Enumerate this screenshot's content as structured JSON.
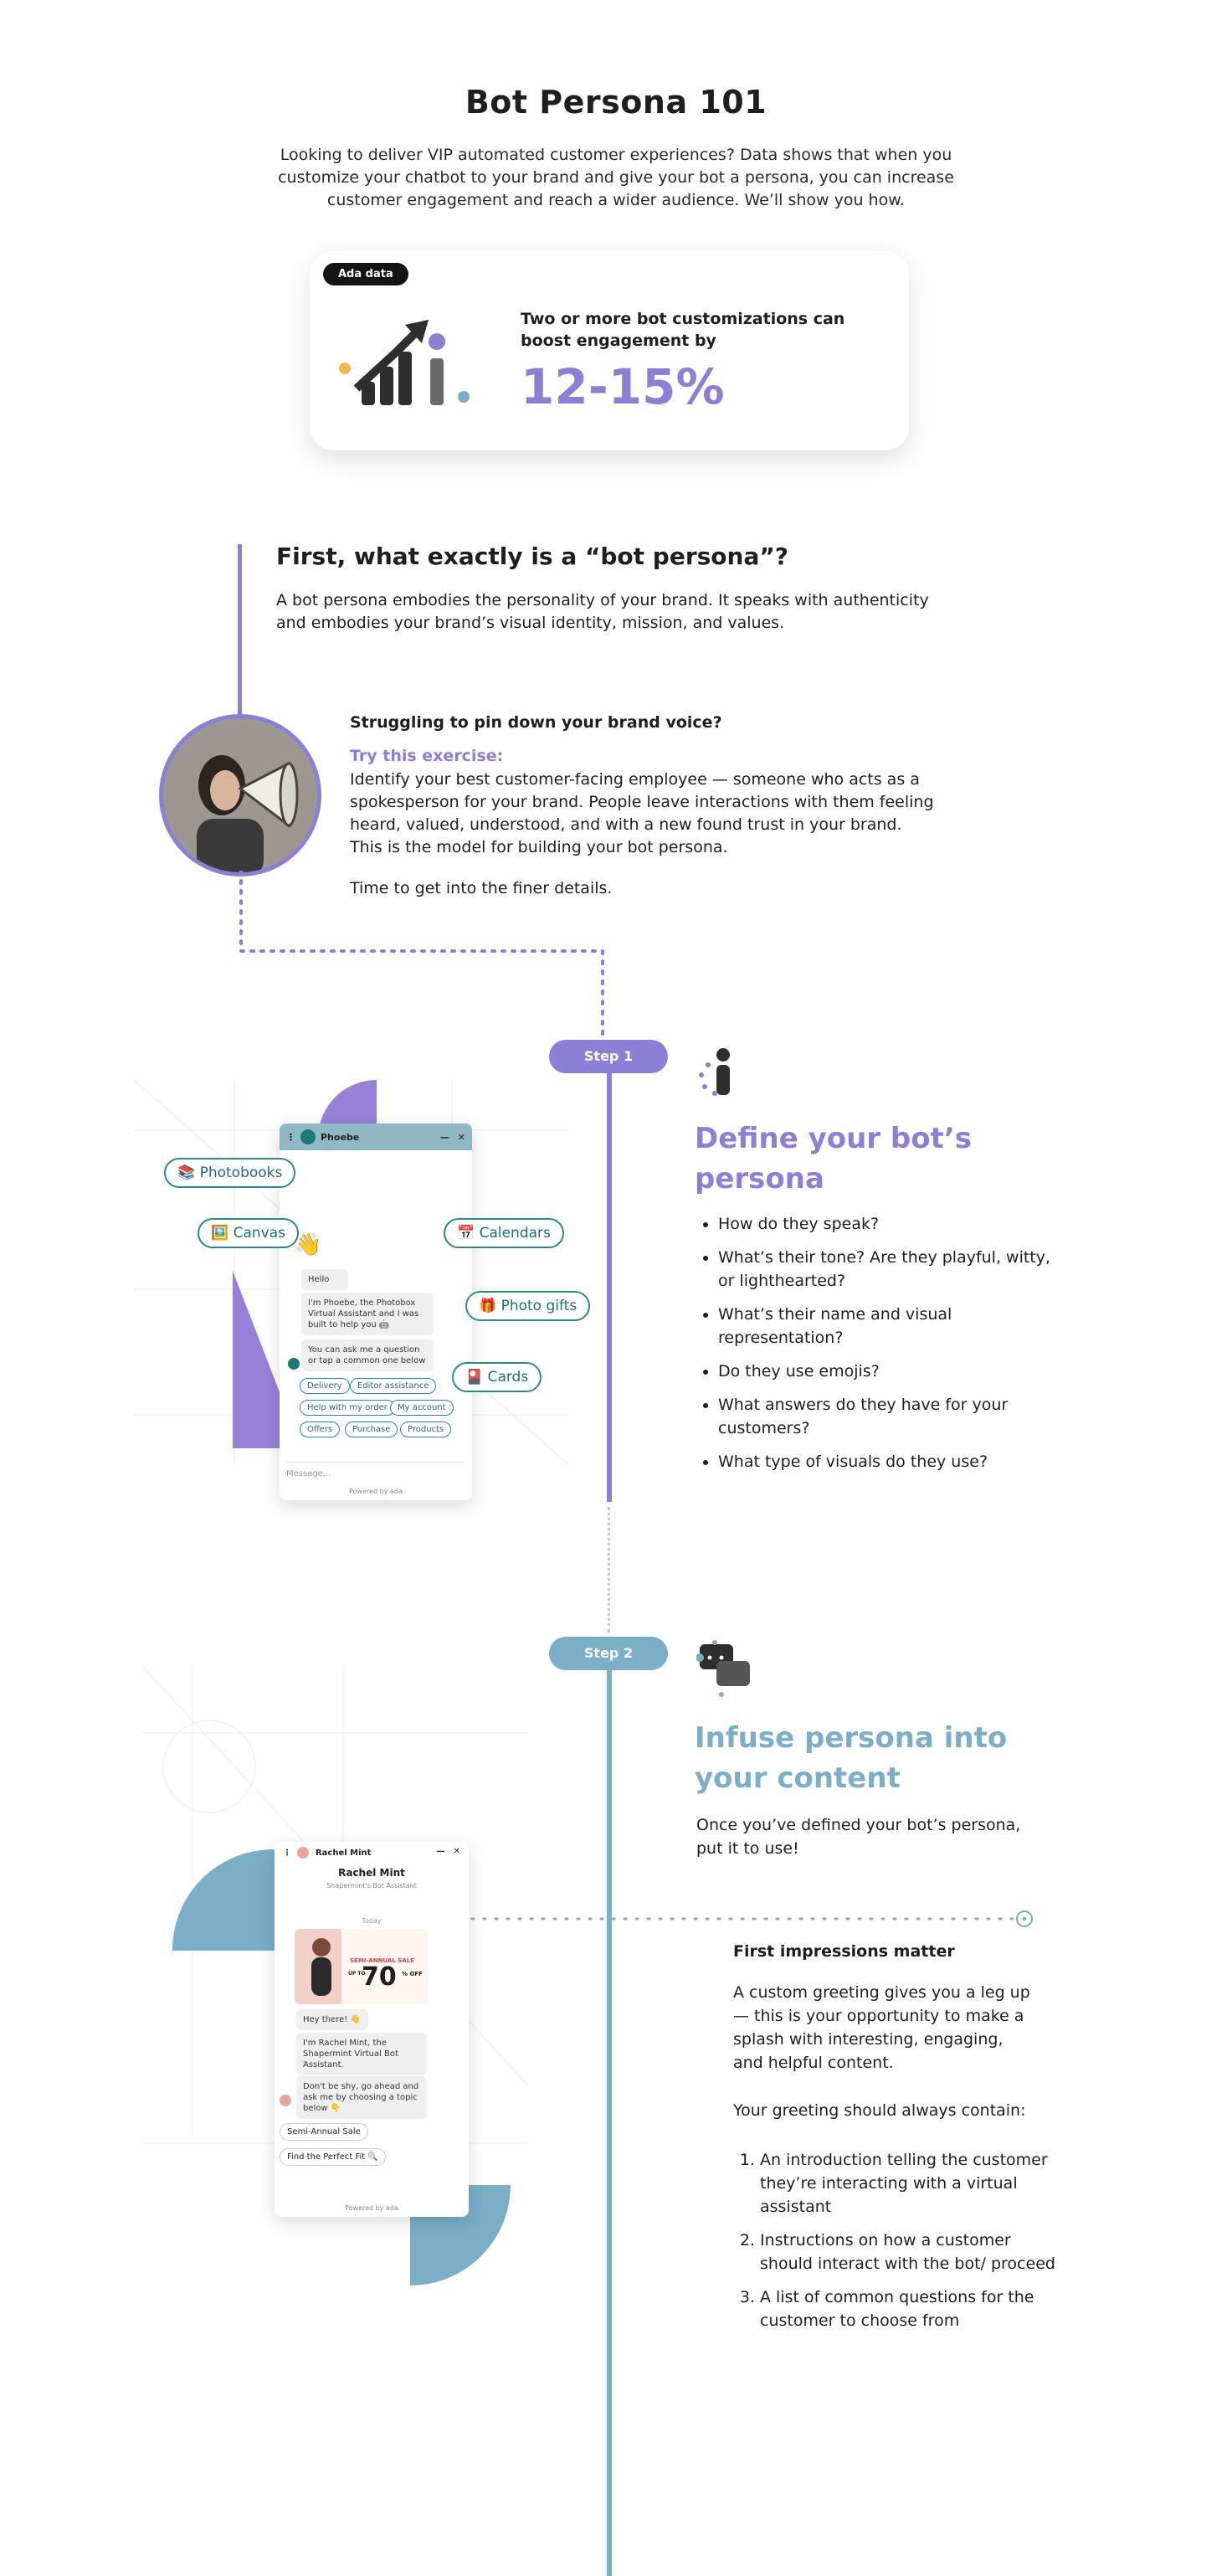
{
  "header": {
    "title": "Bot Persona 101",
    "intro": "Looking to deliver VIP automated customer experiences? Data shows that when you customize your chatbot to your brand and give your bot a persona, you can increase customer engagement and reach a wider audience. We’ll show you how."
  },
  "stat_card": {
    "badge": "Ada data",
    "text": "Two or more bot customizations can boost engagement by",
    "stat": "12-15%",
    "icon": "growth-chart-icon"
  },
  "section1": {
    "title": "First, what exactly is a “bot persona”?",
    "text": "A bot persona embodies the personality of your brand. It speaks with authenticity and embodies your brand’s visual identity, mission, and values.",
    "struggle": "Struggling to pin down your brand voice?",
    "try_label": "Try this exercise:",
    "exercise": "Identify your best customer-facing employee — someone who acts as a spokesperson for your brand. People leave interactions with them feeling heard, valued, understood, and with a new found trust in your brand. This is the model for building your bot persona.",
    "time": "Time to get into the finer details."
  },
  "step1": {
    "pill": "Step 1",
    "title": "Define your bot’s persona",
    "icon": "persona-icon",
    "bullets": [
      "How do they speak?",
      "What’s their tone? Are they playful, witty, or lighthearted?",
      "What’s their name and visual representation?",
      "Do they use emojis?",
      "What answers do they have for your customers?",
      "What type of visuals do they use?"
    ],
    "chat": {
      "name": "Phoebe",
      "wave": "👋",
      "hello": "Hello",
      "intro": "I'm Phoebe, the Photobox Virtual Assistant and I was built to help you 🤖",
      "ask": "You can ask me a question or tap a common one below",
      "chips": [
        "Delivery",
        "Editor assistance",
        "Help with my order",
        "My account",
        "Offers",
        "Purchase",
        "Products"
      ],
      "input_placeholder": "Message...",
      "powered": "Powered by ada"
    },
    "floating_chips": [
      {
        "emoji": "📚",
        "label": "Photobooks"
      },
      {
        "emoji": "🖼️",
        "label": "Canvas"
      },
      {
        "emoji": "📅",
        "label": "Calendars"
      },
      {
        "emoji": "🎁",
        "label": "Photo gifts"
      },
      {
        "emoji": "🎴",
        "label": "Cards"
      }
    ]
  },
  "step2": {
    "pill": "Step 2",
    "title": "Infuse persona into your content",
    "icon": "chat-bubbles-icon",
    "lead": "Once you’ve defined your bot’s persona, put it to use!",
    "first_impressions_title": "First impressions matter",
    "first_impressions_text": "A custom greeting gives you a leg up — this is your opportunity to make a splash with interesting, engaging, and helpful content.",
    "greeting_should": "Your greeting should always contain:",
    "list": [
      "An introduction telling the customer they’re interacting with a virtual assistant",
      "Instructions on how a customer should interact with the bot/ proceed",
      "A list of common questions for the customer to choose from"
    ],
    "chat": {
      "header": "Rachel Mint",
      "name": "Rachel Mint",
      "subtitle": "Shapermint's Bot Assistant",
      "today": "Today",
      "promo_sale": "SEMI-ANNUAL SALE",
      "promo_up_to": "UP TO",
      "promo_value": "70",
      "promo_off": "% OFF",
      "hey": "Hey there! 👋",
      "intro": "I'm Rachel Mint, the Shapermint Virtual Bot Assistant.",
      "dont": "Don't be shy, go ahead and ask me by choosing a topic below 👇",
      "chips": [
        "Semi-Annual Sale",
        "Find the Perfect Fit 🔍"
      ],
      "powered": "Powered by ada"
    }
  },
  "colors": {
    "purple": "#8b7fd6",
    "blue": "#7aafc7",
    "teal": "#2a8a8a"
  }
}
